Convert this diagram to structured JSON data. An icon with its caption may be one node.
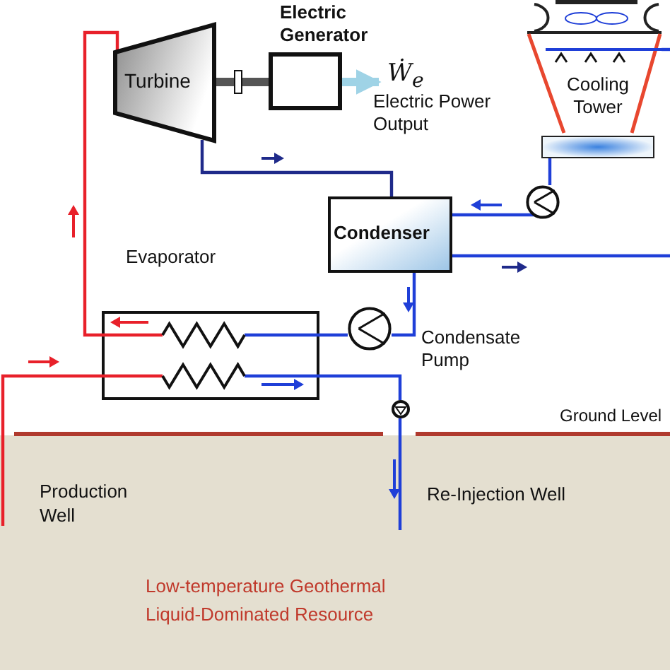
{
  "diagram": {
    "nodes": [
      {
        "text": [
          "Turbine"
        ]
      },
      {
        "text": [
          "Electric Generator"
        ]
      },
      {
        "text": [
          "Condenser"
        ]
      },
      {
        "text": [
          "Cooling Tower"
        ]
      },
      {
        "text": [
          "Evaporator"
        ]
      },
      {
        "text": [],
        "shape": "circle",
        "beside": [
          "Condensate Pump"
        ]
      },
      {
        "text": [],
        "shape": "circle"
      },
      {
        "text": [],
        "shape": "circle"
      },
      {
        "text": [
          "Ẇ$_{e}$",
          "Electric Power Output"
        ]
      },
      {
        "text": [],
        "shape": "box"
      }
    ],
    "edges": [
      {
        "from": 4,
        "to": 0,
        "arrow": "none",
        "color": "#e8202a"
      },
      {
        "from": 0,
        "to": 1,
        "arrow": "none",
        "style": "thick",
        "color": "#555555"
      },
      {
        "from": 1,
        "to": 8,
        "arrow": "to",
        "style": "thick",
        "color": "#9fd3e6"
      },
      {
        "from": 0,
        "to": 2,
        "arrow": "none",
        "color": "#1f2a8a"
      },
      {
        "from": 9,
        "to": 6,
        "arrow": "none"
      },
      {
        "from": 6,
        "to": 2,
        "arrow": "none"
      },
      {
        "from": 2,
        "to": null,
        "arrow": "none"
      },
      {
        "from": null,
        "to": 3,
        "arrow": "none"
      },
      {
        "from": 2,
        "to": 5,
        "arrow": "none"
      },
      {
        "from": 5,
        "to": 4,
        "arrow": "none"
      },
      {
        "from": 4,
        "to": 7,
        "arrow": "none"
      },
      {
        "from": 7,
        "to": null,
        "arrow": "none"
      },
      {
        "from": null,
        "to": 4,
        "arrow": "none",
        "color": "#e8202a"
      }
    ],
    "labels": [
      "Ground Level",
      "Production Well",
      "Re-Injection Well",
      "Low-temperature Geothermal Liquid-Dominated Resource"
    ]
  }
}
